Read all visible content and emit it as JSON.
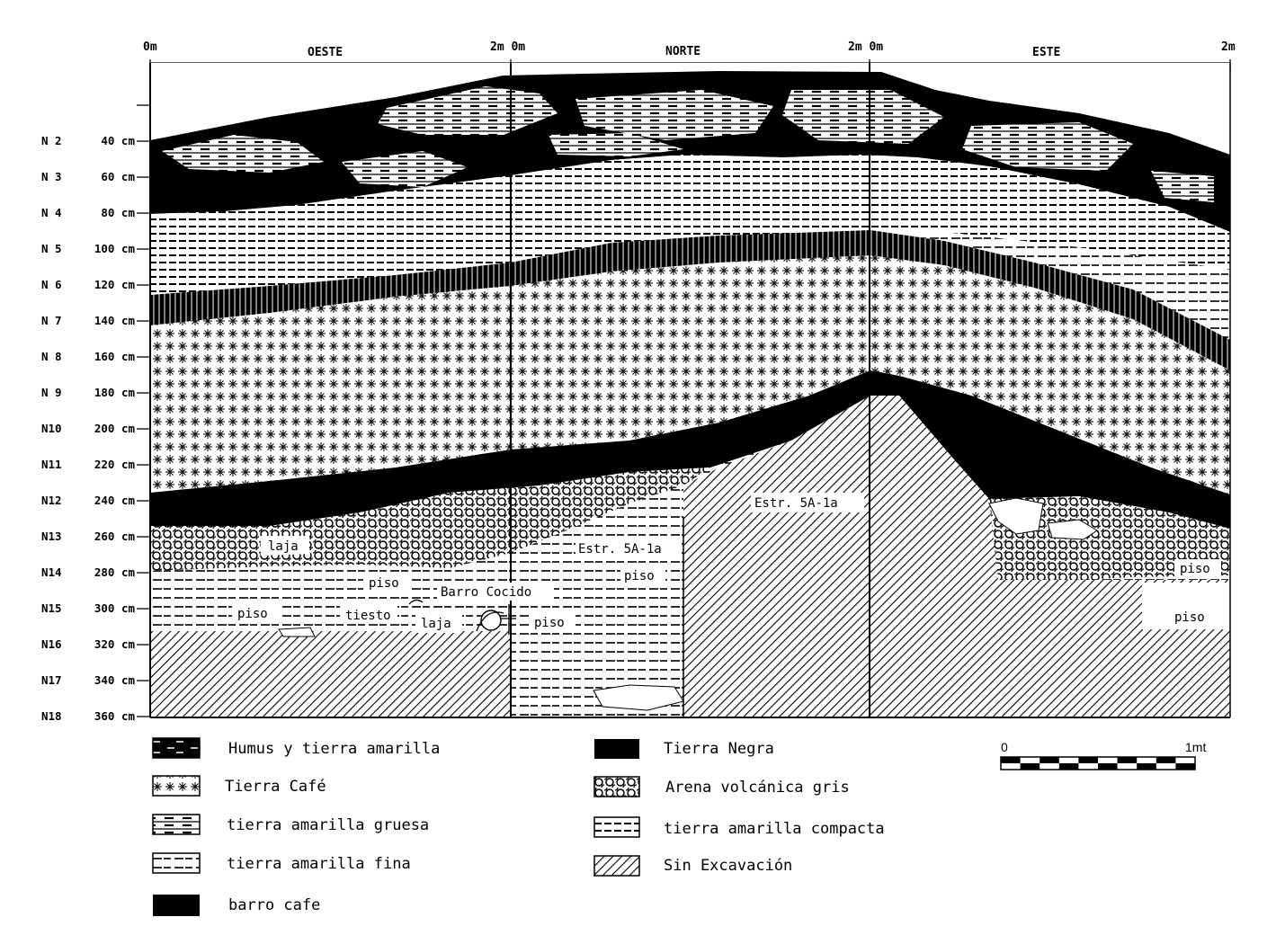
{
  "header": {
    "ticks": [
      "0m",
      "2m 0m",
      "2m 0m",
      "2m"
    ],
    "walls": [
      "OESTE",
      "NORTE",
      "ESTE"
    ]
  },
  "depth_axis": {
    "levels": [
      "N 2",
      "N 3",
      "N 4",
      "N 5",
      "N 6",
      "N 7",
      "N 8",
      "N 9",
      "N10",
      "N11",
      "N12",
      "N13",
      "N14",
      "N15",
      "N16",
      "N17",
      "N18"
    ],
    "depths": [
      "40 cm",
      "60 cm",
      "80 cm",
      "100 cm",
      "120 cm",
      "140 cm",
      "160 cm",
      "180 cm",
      "200 cm",
      "220 cm",
      "240 cm",
      "260 cm",
      "280 cm",
      "300 cm",
      "320 cm",
      "340 cm",
      "360 cm"
    ]
  },
  "annotations": {
    "laja_1": "laja",
    "piso_1": "piso",
    "barro_cocido": "Barro Cocido",
    "piso_2": "piso",
    "tiesto": "tiesto",
    "laja_2": "laja",
    "piso_3": "piso",
    "estr_1": "Estr. 5A-1a",
    "piso_4": "piso",
    "estr_2": "Estr. 5A-1a",
    "piso_5": "piso",
    "piso_6": "piso"
  },
  "legend": [
    {
      "pattern": "humus",
      "label": "Humus y tierra amarilla"
    },
    {
      "pattern": "tierra-cafe",
      "label": "Tierra Café"
    },
    {
      "pattern": "gruesa",
      "label": "tierra amarilla gruesa"
    },
    {
      "pattern": "fina",
      "label": "tierra amarilla fina"
    },
    {
      "pattern": "barro",
      "label": "barro cafe"
    },
    {
      "pattern": "negra",
      "label": "Tierra Negra"
    },
    {
      "pattern": "arena",
      "label": "Arena volcánica gris"
    },
    {
      "pattern": "compacta",
      "label": "tierra amarilla compacta"
    },
    {
      "pattern": "sin",
      "label": "Sin Excavación"
    }
  ],
  "scale_bar": {
    "start": "0",
    "end": "1mt"
  }
}
